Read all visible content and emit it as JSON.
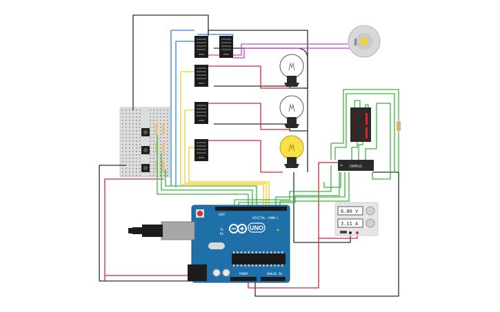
{
  "arduino": {
    "brand_text": "UNO",
    "digital_label": "DIGITAL (PWM~)",
    "power_label": "POWER",
    "analog_label": "ANALOG IN",
    "tx_label": "TX",
    "rx_label": "RX",
    "aref_label": "AREF"
  },
  "power_supply": {
    "voltage_readout": "6.00 V",
    "current_readout": "3.11 A"
  },
  "decoder_chip": {
    "label": "CD4511"
  },
  "seven_segment": {
    "digit": "1"
  },
  "relays": [
    {
      "id": "relay-1"
    },
    {
      "id": "relay-2"
    },
    {
      "id": "relay-3"
    },
    {
      "id": "relay-4"
    },
    {
      "id": "relay-5"
    }
  ],
  "bulbs": [
    {
      "id": "bulb-1",
      "lit": false
    },
    {
      "id": "bulb-2",
      "lit": false
    },
    {
      "id": "bulb-3",
      "lit": true
    }
  ],
  "colors": {
    "wire_black": "#2b2b2b",
    "wire_red": "#d9232c",
    "wire_green": "#35b935",
    "wire_yellow": "#f2cf1d",
    "wire_blue": "#1e88e5",
    "wire_magenta": "#d63ad6",
    "arduino_board": "#1f6fa8",
    "bulb_lit": "#f9e04b"
  }
}
